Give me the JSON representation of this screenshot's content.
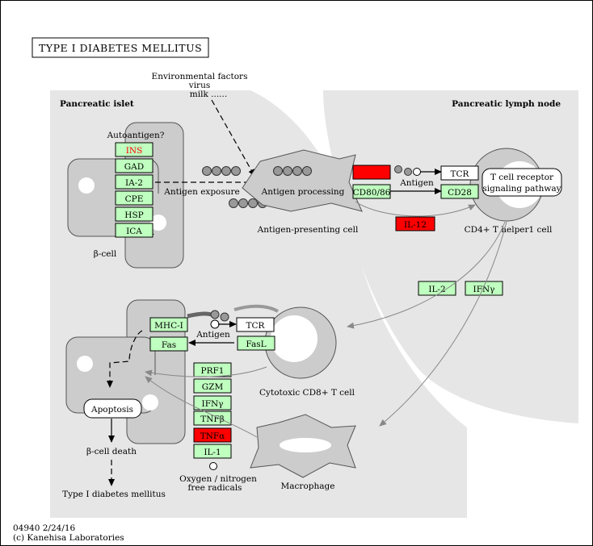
{
  "title": "TYPE I DIABETES MELLITUS",
  "footer": {
    "id_date": "04940 2/24/16",
    "copyright": "(c) Kanehisa Laboratories"
  },
  "regions": {
    "islet": "Pancreatic islet",
    "lymph": "Pancreatic lymph node"
  },
  "labels": {
    "env1": "Environmental factors",
    "env2": "virus",
    "env3": "milk ......",
    "autoantigen": "Autoantigen?",
    "antigen_exposure": "Antigen exposure",
    "antigen_processing": "Antigen processing",
    "antigen_top": "Antigen",
    "antigen_bottom": "Antigen",
    "apc": "Antigen-presenting cell",
    "cd4": "CD4+ T helper1 cell",
    "beta_cell": "β-cell",
    "apoptosis": "Apoptosis",
    "beta_death": "β-cell death",
    "t1d": "Type I diabetes mellitus",
    "ctl": "Cytotoxic CD8+ T cell",
    "macrophage": "Macrophage",
    "oxygen1": "Oxygen / nitrogen",
    "oxygen2": "free radicals",
    "tcr_path1": "T cell receptor",
    "tcr_path2": "signaling pathway"
  },
  "genes": {
    "ins": "INS",
    "gad": "GAD",
    "ia2": "IA-2",
    "cpe": "CPE",
    "hsp": "HSP",
    "ica": "ICA",
    "mhc2": "",
    "cd8086": "CD80/86",
    "tcr_top": "TCR",
    "cd28": "CD28",
    "il12": "IL-12",
    "il2": "IL-2",
    "ifng_top": "IFNγ",
    "mhc1": "MHC-I",
    "fas": "Fas",
    "tcr_bottom": "TCR",
    "fasl": "FasL",
    "prf1": "PRF1",
    "gzm": "GZM",
    "ifng_bottom": "IFNγ",
    "tnfb": "TNFβ",
    "tnfa": "TNFα",
    "il1": "IL-1"
  },
  "colors": {
    "expressed": "#bfffbf",
    "highlighted": "#ff0000",
    "highlighted_text": "#ff0000",
    "region": "#e6e6e6",
    "cell": "#cccccc"
  }
}
